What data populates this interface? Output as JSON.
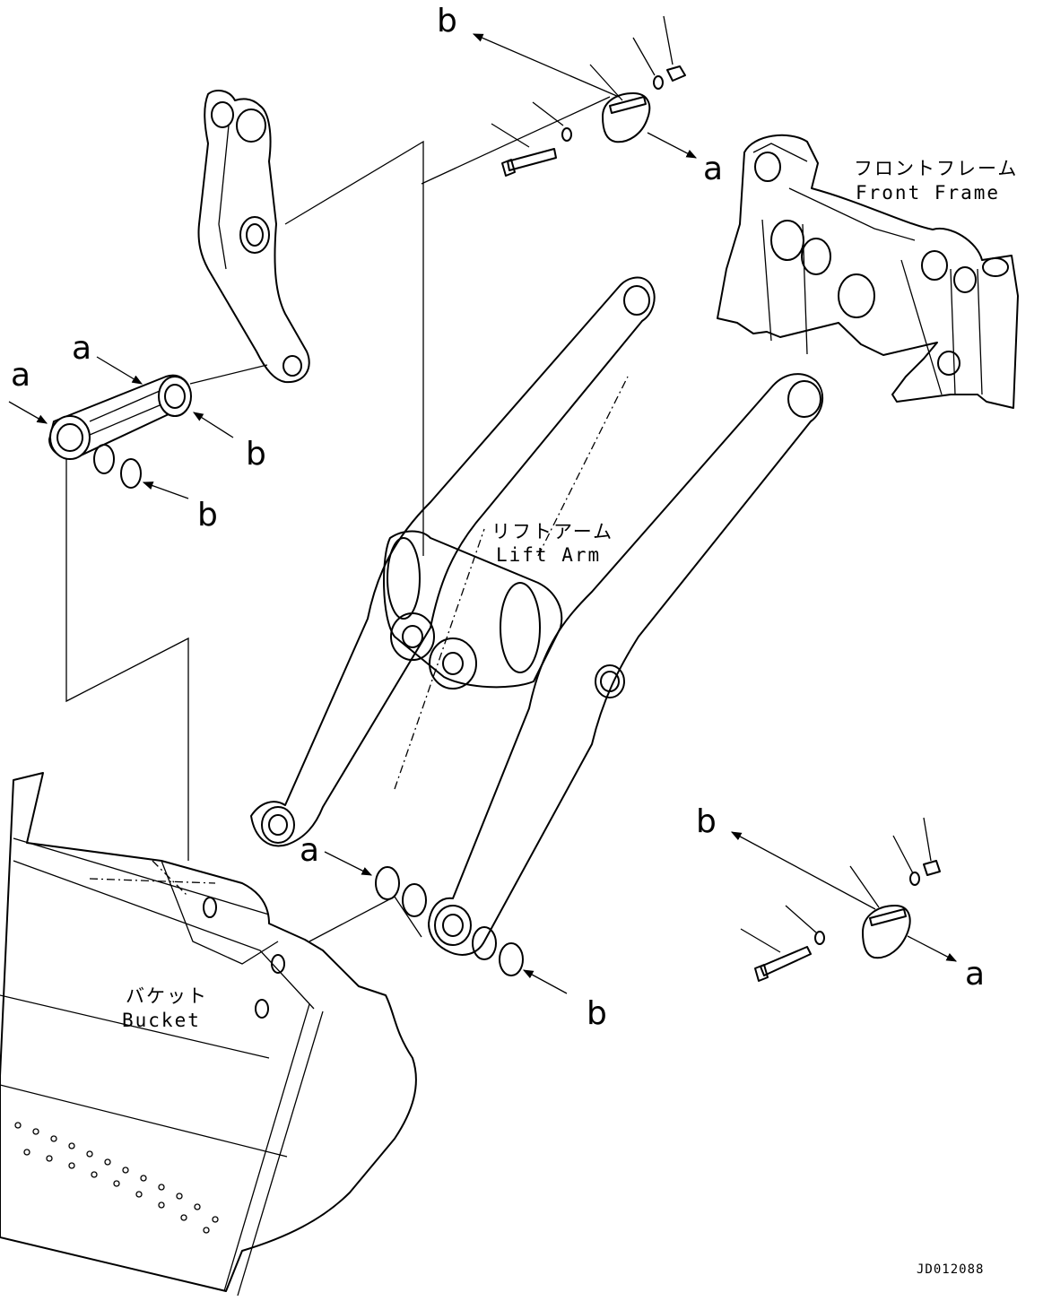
{
  "labels": {
    "front_frame_jp": "フロントフレーム",
    "front_frame_en": "Front Frame",
    "lift_arm_jp": "リフトアーム",
    "lift_arm_en": "Lift Arm",
    "bucket_jp": "バケット",
    "bucket_en": "Bucket",
    "drawing_code": "JD012088"
  },
  "callouts": {
    "a": "a",
    "b": "b"
  }
}
